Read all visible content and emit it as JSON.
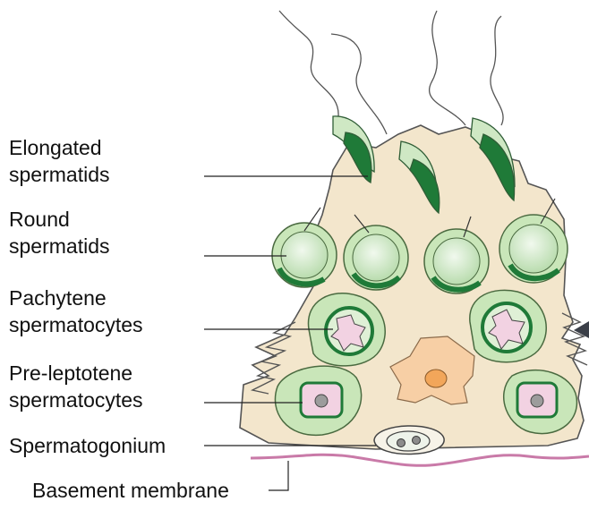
{
  "labels": {
    "elongated": [
      "Elongated",
      "spermatids"
    ],
    "round": [
      "Round",
      "spermatids"
    ],
    "pachytene": [
      "Pachytene",
      "spermatocytes"
    ],
    "preleptotene": [
      "Pre-leptotene",
      "spermatocytes"
    ],
    "spermatogonium": "Spermatogonium",
    "basement": "Basement membrane"
  },
  "colors": {
    "cytoplasm": "#f3e6cc",
    "cell_fill": "#c9e6b9",
    "nucleus": "#e7f3e1",
    "dark_green": "#1f7a38",
    "chromatin": "#f2d2e2",
    "membrane": "#c97aa8",
    "nucleolus": "#f2a65a",
    "outline": "#3a3a3a"
  }
}
